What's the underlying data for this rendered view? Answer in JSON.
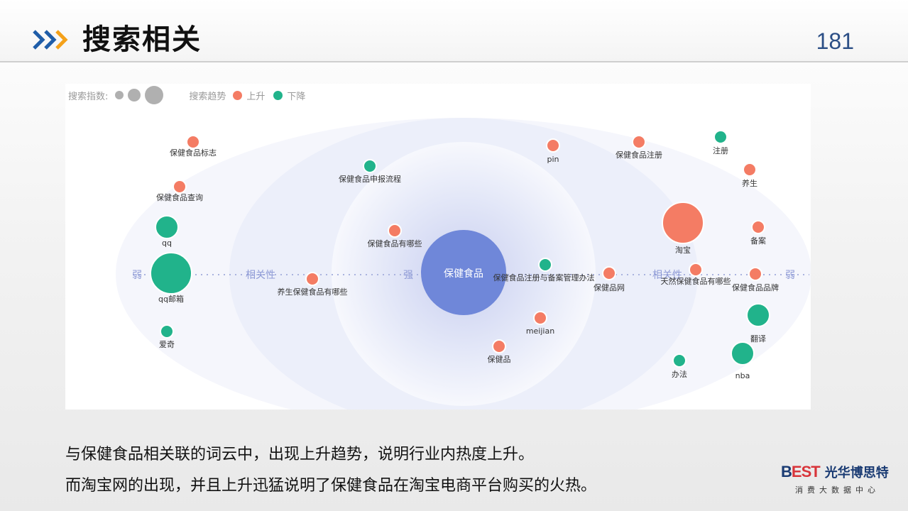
{
  "header": {
    "title": "搜索相关",
    "page_number": "181"
  },
  "legend": {
    "index_label": "搜索指数:",
    "trend_label": "搜索趋势",
    "up_label": "上升",
    "down_label": "下降"
  },
  "colors": {
    "up": "#f47c64",
    "down": "#21b38b",
    "center": "#6f87d9",
    "legend_grey": "#b0b0b0",
    "brand_blue": "#1a3b73",
    "chevron_blue": "#1f5da8",
    "chevron_orange": "#f4a11a"
  },
  "axis_labels": {
    "weak_left": "弱",
    "rel_left": "相关性",
    "strong_left": "强",
    "rel_right": "相关性",
    "weak_right": "弱"
  },
  "chart_data": {
    "type": "bubble-relevance",
    "center": "保健食品",
    "keywords": [
      {
        "text": "保健食品标志",
        "trend": "up",
        "size": "small"
      },
      {
        "text": "保健食品查询",
        "trend": "up",
        "size": "small"
      },
      {
        "text": "qq",
        "trend": "down",
        "size": "medium"
      },
      {
        "text": "qq邮箱",
        "trend": "down",
        "size": "large"
      },
      {
        "text": "爱奇",
        "trend": "down",
        "size": "small"
      },
      {
        "text": "保健食品申报流程",
        "trend": "down",
        "size": "small"
      },
      {
        "text": "保健食品有哪些",
        "trend": "up",
        "size": "small"
      },
      {
        "text": "养生保健食品有哪些",
        "trend": "up",
        "size": "small"
      },
      {
        "text": "pin",
        "trend": "up",
        "size": "small"
      },
      {
        "text": "保健食品注册与备案管理办法",
        "trend": "down",
        "size": "small"
      },
      {
        "text": "meijian",
        "trend": "up",
        "size": "small"
      },
      {
        "text": "保健品",
        "trend": "up",
        "size": "small"
      },
      {
        "text": "保健品网",
        "trend": "up",
        "size": "small"
      },
      {
        "text": "保健食品注册",
        "trend": "up",
        "size": "small"
      },
      {
        "text": "注册",
        "trend": "down",
        "size": "small"
      },
      {
        "text": "养生",
        "trend": "up",
        "size": "small"
      },
      {
        "text": "淘宝",
        "trend": "up",
        "size": "large"
      },
      {
        "text": "备案",
        "trend": "up",
        "size": "small"
      },
      {
        "text": "天然保健食品有哪些",
        "trend": "up",
        "size": "small"
      },
      {
        "text": "保健食品品牌",
        "trend": "up",
        "size": "small"
      },
      {
        "text": "翻译",
        "trend": "down",
        "size": "medium"
      },
      {
        "text": "nba",
        "trend": "down",
        "size": "medium"
      },
      {
        "text": "办法",
        "trend": "down",
        "size": "small"
      }
    ]
  },
  "captions": [
    "与保健食品相关联的词云中，出现上升趋势，说明行业内热度上升。",
    "而淘宝网的出现，并且上升迅猛说明了保健食品在淘宝电商平台购买的火热。"
  ],
  "logo": {
    "mark_b": "B",
    "mark_est": "EST",
    "name": "光华博思特",
    "subtitle": "消费大数据中心"
  }
}
